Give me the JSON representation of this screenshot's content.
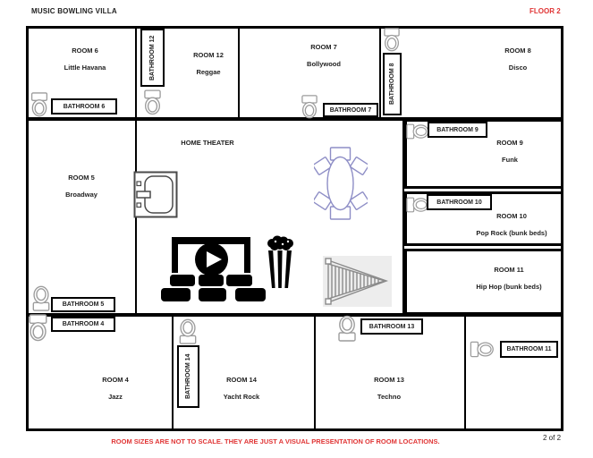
{
  "title": "MUSIC BOWLING VILLA",
  "floor_label": "FLOOR 2",
  "page_indicator": "2 of 2",
  "disclaimer": "ROOM SIZES ARE NOT TO SCALE. THEY ARE JUST A VISUAL PRESENTATION OF ROOM LOCATIONS.",
  "home_theater_label": "HOME THEATER",
  "colors": {
    "accent_red": "#e03535",
    "wall_black": "#000000",
    "fixture_gray": "#9c9c9c",
    "table_blue": "#8e8ec6"
  },
  "rooms": {
    "r4": {
      "name": "ROOM 4",
      "genre": "Jazz"
    },
    "r5": {
      "name": "ROOM 5",
      "genre": "Broadway"
    },
    "r6": {
      "name": "ROOM 6",
      "genre": "Little Havana"
    },
    "r7": {
      "name": "ROOM 7",
      "genre": "Bollywood"
    },
    "r8": {
      "name": "ROOM 8",
      "genre": "Disco"
    },
    "r9": {
      "name": "ROOM 9",
      "genre": "Funk"
    },
    "r10": {
      "name": "ROOM 10",
      "genre": "Pop Rock (bunk beds)"
    },
    "r11": {
      "name": "ROOM 11",
      "genre": "Hip Hop (bunk beds)"
    },
    "r12": {
      "name": "ROOM 12",
      "genre": "Reggae"
    },
    "r13": {
      "name": "ROOM 13",
      "genre": "Techno"
    },
    "r14": {
      "name": "ROOM 14",
      "genre": "Yacht Rock"
    }
  },
  "bathrooms": {
    "b4": "BATHROOM 4",
    "b5": "BATHROOM 5",
    "b6": "BATHROOM 6",
    "b7": "BATHROOM 7",
    "b8": "BATHROOM 8",
    "b9": "BATHROOM 9",
    "b10": "BATHROOM 10",
    "b11": "BATHROOM 11",
    "b12": "BATHROOM 12",
    "b13": "BATHROOM 13",
    "b14": "BATHROOM 14"
  }
}
